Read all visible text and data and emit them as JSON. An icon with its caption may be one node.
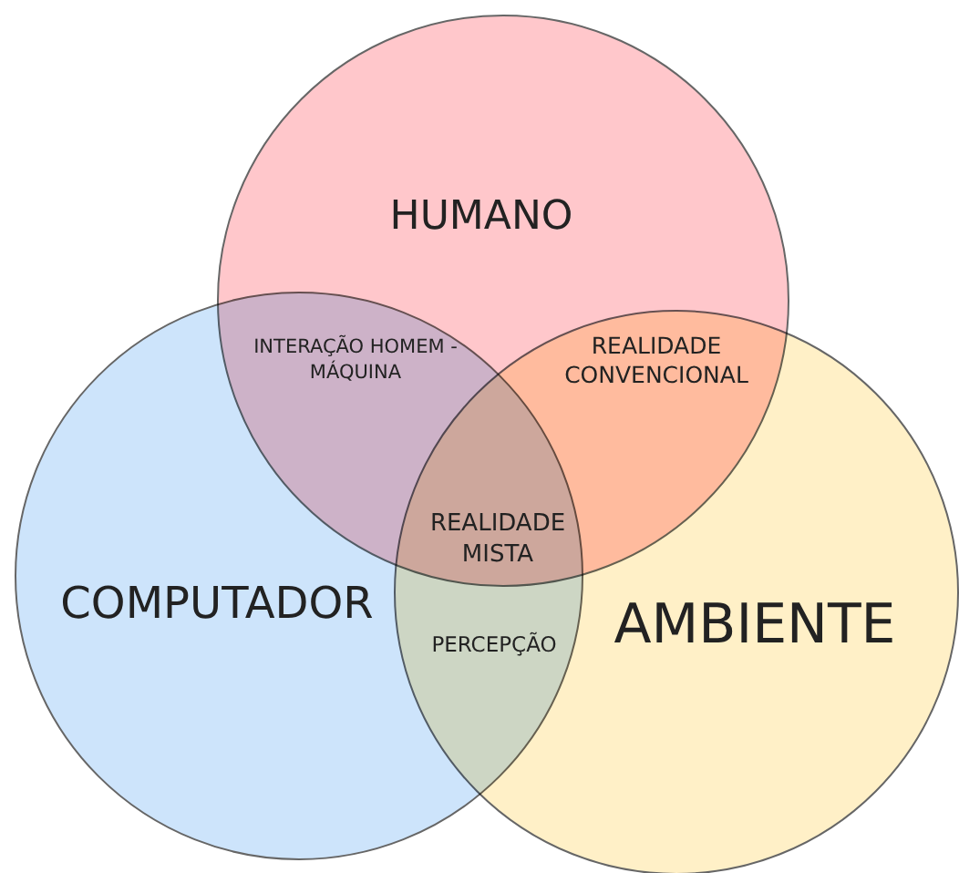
{
  "diagram": {
    "nodes": [
      {
        "text": [
          "HUMANO"
        ]
      },
      {
        "text": [
          "COMPUTADOR"
        ]
      },
      {
        "text": [
          "AMBIENTE"
        ]
      }
    ],
    "labels": [
      "INTERAÇÃO HOMEM - MÁQUINA",
      "REALIDADE CONVENCIONAL",
      "REALIDADE MISTA",
      "PERCEPÇÃO"
    ]
  }
}
